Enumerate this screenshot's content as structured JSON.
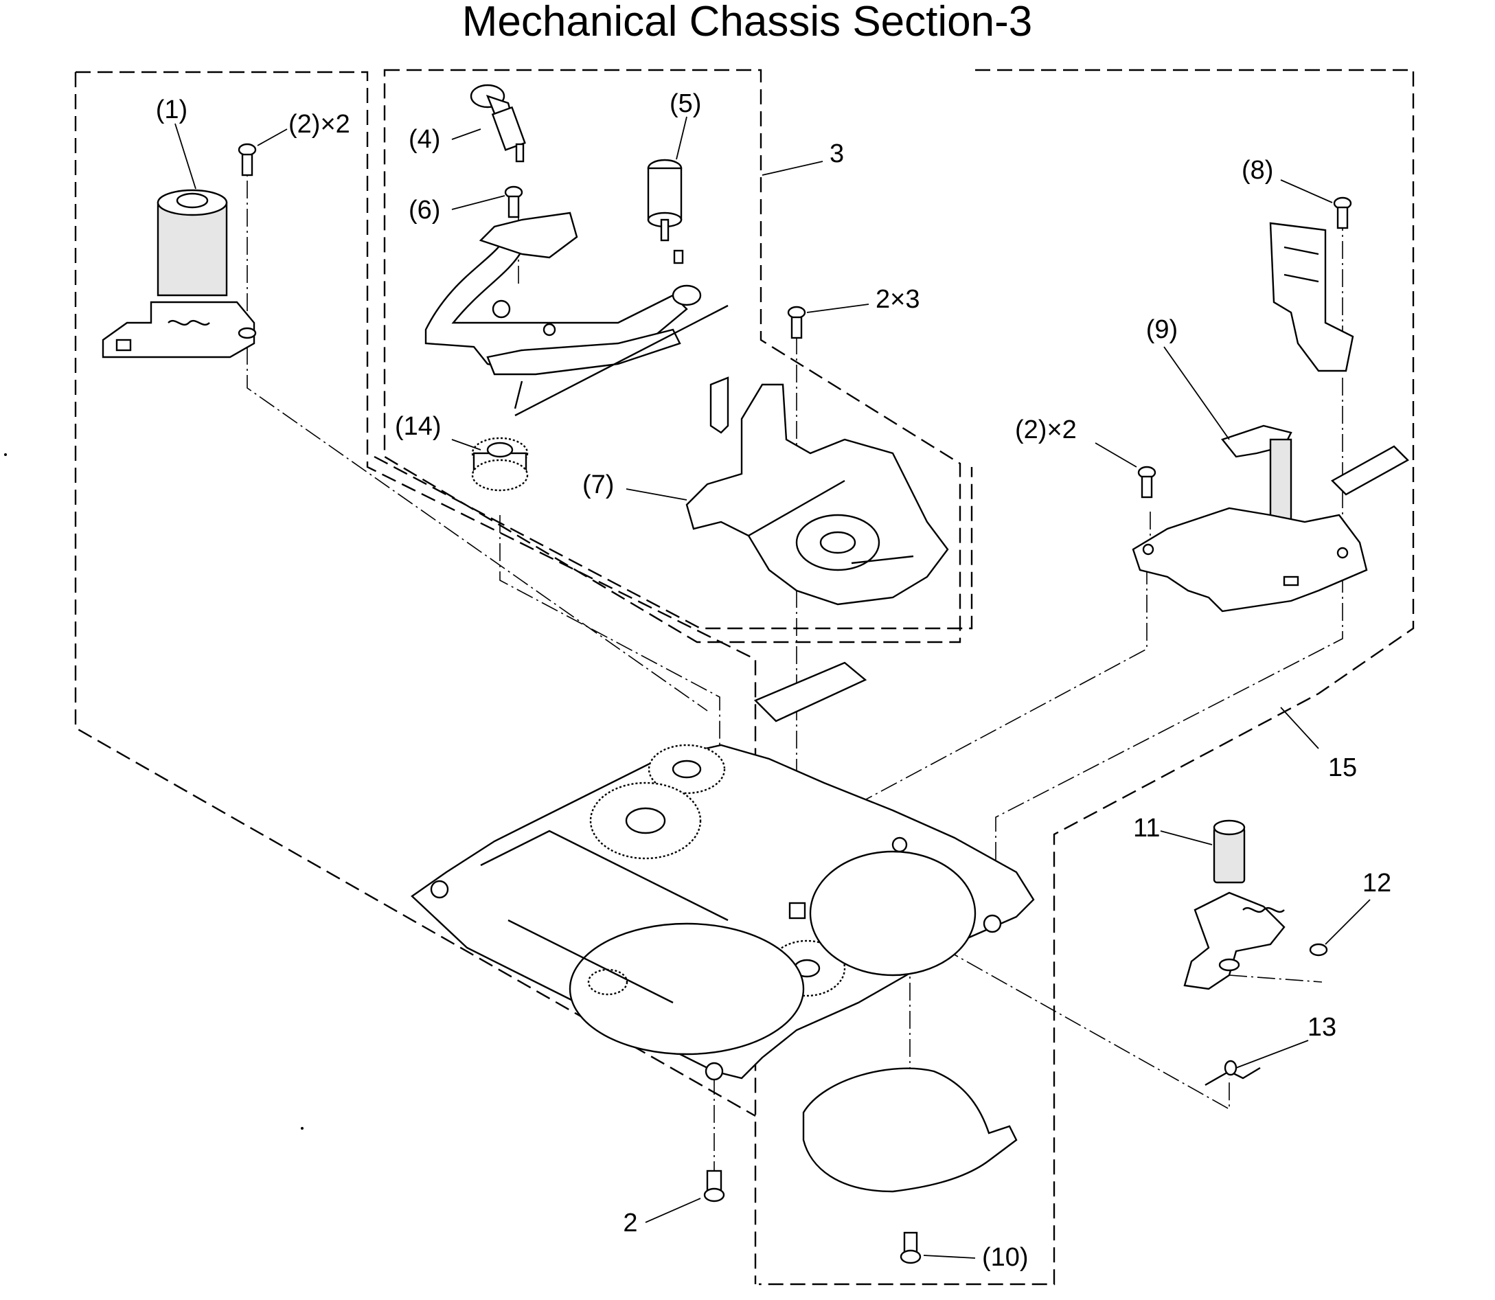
{
  "title": "Mechanical Chassis Section-3",
  "labels": {
    "p1": "(1)",
    "p2x2_top": "(2)×2",
    "p4": "(4)",
    "p5": "(5)",
    "p6": "(6)",
    "p3": "3",
    "p2x3": "2×3",
    "p8": "(8)",
    "p9": "(9)",
    "p2x2_right": "(2)×2",
    "p14": "(14)",
    "p7": "(7)",
    "p15": "15",
    "p11": "11",
    "p12": "12",
    "p13": "13",
    "p2_bottom": "2",
    "p10": "(10)"
  }
}
